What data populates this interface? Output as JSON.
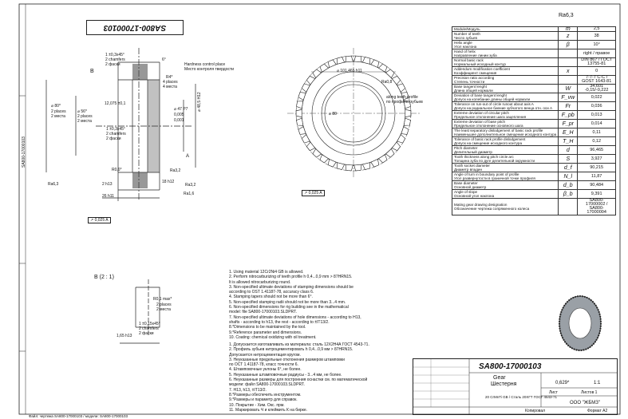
{
  "stamp": "SA800-17000103",
  "side_label": "SA800-17000103",
  "roughness": "Ra6,3",
  "left_view": {
    "label_b": "B",
    "label_a": "A",
    "chamfer_top": "1 ±0,3x45°",
    "chamfer_top_en": "2 chamfers",
    "chamfer_top_ru": "2 фаски",
    "chamfer_bottom": "1 ±0,3x45°",
    "chamfer_bottom_en": "2 chamfers",
    "chamfer_bottom_ru": "2 фаски",
    "angle_6": "6°",
    "hardness_en": "Hardness control place",
    "hardness_ru": "Место контроля твердости",
    "r4": "R4*",
    "r4_en": "4 places",
    "r4_ru": "4 места",
    "dia80": "⌀ 80*",
    "dia80_en": "2 places",
    "dia80_ru": "2 места",
    "dia56": "⌀ 56*",
    "dia56_en": "2 places",
    "dia56_ru": "2 места",
    "dim12075": "12,075 ±0,1",
    "dim47": "⌀ 47 P7",
    "tol005": "0,005",
    "tol0001": "0,001",
    "dim485": "⌀ 48,5 H12",
    "r06": "R0,6*",
    "dim2": "2 h13",
    "dim18": "18 h12",
    "dim26": "26 h11",
    "ra32a": "Ra3,2",
    "ra32b": "Ra3,2",
    "ra16": "Ra1,6",
    "ra63_left": "Ra6,3",
    "runout": "0,025",
    "runout_ref": "A"
  },
  "gear_view": {
    "outer": "⌀ 101,465 h11",
    "inner": "⌀ 80",
    "teeth_en": "along teeth profile",
    "teeth_ru": "по профилю зубьев",
    "ra08": "Ra0,8",
    "runout": "0,025",
    "runout_ref": "A"
  },
  "detail_b": {
    "title": "B (2 : 1)",
    "r": "R0,1 max*",
    "r_en": "2 places",
    "r_ru": "2 места",
    "chamfer": "1 ±0,15x45°",
    "chamfer_en": "2 chamfers",
    "chamfer_ru": "2 фаски",
    "dim": "1,65 h13"
  },
  "spec_table": [
    {
      "en": "Module/Модуль",
      "ru": "",
      "sym": "m",
      "val": "2,5"
    },
    {
      "en": "Number of teeth",
      "ru": "Число зубьев",
      "sym": "z",
      "val": "38"
    },
    {
      "en": "Helix angle",
      "ru": "Угол наклона",
      "sym": "β",
      "val": "10°"
    },
    {
      "en": "Hand of helix",
      "ru": "Направление линии зуба",
      "sym": "",
      "val": "right / правое"
    },
    {
      "en": "Normal basic rack",
      "ru": "Нормальный исходный контур",
      "sym": "",
      "val": "DIN 867 / ГОСТ 13755-81"
    },
    {
      "en": "Addendum modification coefficient",
      "ru": "Коэффициент смещения",
      "sym": "x",
      "val": "0"
    },
    {
      "en": "Precision ratio according",
      "ru": "Степень точности",
      "sym": "",
      "val": "7-7-7 C-C / GOST 1643-81"
    },
    {
      "en": "Base tangent lenght",
      "ru": "Длина общей нормали",
      "sym": "W",
      "val": "34,601 -0,15/-0,222"
    },
    {
      "en": "Deviation of base tangent lenght",
      "ru": "Допуск на колебание длины общей нормали",
      "sym": "F_vw",
      "val": "0,022"
    },
    {
      "en": "Tolerance on run-out of circle runout about axis A",
      "ru": "Допуск на радиальное биение зубчатого венца отн. оси А",
      "sym": "Fr",
      "val": "0,036"
    },
    {
      "en": "Extreme deviation of circular pitch",
      "ru": "Предельное отклонение шага зацепления",
      "sym": "F_pb",
      "val": "0,013"
    },
    {
      "en": "Extreme deviation of base pitch",
      "ru": "Предельное отклонение основного шага",
      "sym": "F_pr",
      "val": "0,014"
    },
    {
      "en": "The least separatory dislodgement of basic rack profile",
      "ru": "Наименьшее дополнительное смещение исходного контура",
      "sym": "E_H",
      "val": "0,11"
    },
    {
      "en": "Tolerance of basic rack profile dislodgement",
      "ru": "Допуск на смещение исходного контура",
      "sym": "T_H",
      "val": "0,12"
    },
    {
      "en": "Pitch diameter",
      "ru": "Делительный диаметр",
      "sym": "d",
      "val": "96,465"
    },
    {
      "en": "Tooth thickness along pitch circle arc",
      "ru": "Толщина зуба по дуге делительной окружности",
      "sym": "S",
      "val": "3,927"
    },
    {
      "en": "Tooth socket diameter",
      "ru": "Диаметр впадин",
      "sym": "d_f",
      "val": "90,215"
    },
    {
      "en": "Angle of turn in boundary point of profile",
      "ru": "Угол развернутости в граничной точке профиля",
      "sym": "N_l",
      "val": "11,87"
    },
    {
      "en": "Base diameter",
      "ru": "Основной диаметр",
      "sym": "d_b",
      "val": "90,484"
    },
    {
      "en": "Angle of slope",
      "ru": "Основной угол наклона",
      "sym": "β_b",
      "val": "9,391"
    },
    {
      "en": "Mating gear drawing designation",
      "ru": "Обозначение чертежа сопряженного колеса",
      "sym": "",
      "val": "SA800-17000002 / SA800-17000004"
    }
  ],
  "notes_en": [
    "1. Using material 12Cr2Ni4 GB is allowed.",
    "2. Perform nitrocarburizing of teeth profile h 0,4...0,9 mm > 87HRN15.",
    "It is allowed nitrocarburizing round.",
    "3. Non-specified ultimate deviations of stamping dimensions should be",
    "according to OST 1.41187-78, accuracy class 6.",
    "4. Stamping tapers should not be more than 6°.",
    "5. Non-specified stamping radii should not be more than 3...4 mm.",
    "6. Non-specified dimensions for rig building see in the mathematical",
    "model: file SA800-17000103.SLDPRT.",
    "7. Non-specified ultimate deviations of hole dimensions - according to H13,",
    "shafts - according to h13, the rest - according to ±IT13/2.",
    "8.*Dimensions to be maintained by the tool.",
    "9.*Reference parameter and dimensions.",
    "10. Coating: chemical oxidizing with oil treatment."
  ],
  "notes_ru": [
    "1. Допускается изготавливать из материала: сталь 12Х2Н4А ГОСТ 4543-71.",
    "2. Профиль зубьев нитроцементировать h 0,4...0,9 мм > 87HRN15.",
    "Допускается нитроцементация кругом.",
    "3. Неуказанные предельные отклонения размеров штамповки",
    "по ОСТ 1.41187-78, класс точности 6.",
    "4. Штамповочные уклоны 6°, не более.",
    "5. Неуказанные штамповочные радиусы - 3...4 мм, не более.",
    "6. Неуказанные размеры для построения оснастки см. по математической",
    "модели: файл SA800-17000103.SLDPRT.",
    "7. H13, h13, ±IT13/2.",
    "8.*Размеры обеспечить инструментом.",
    "9.*Размеры и параметр для справок.",
    "10. Покрытие - Хим. Окс. прм.",
    "11. Маркировать Ч и клеймить К на бирке."
  ],
  "title_block": {
    "number": "SA800-17000103",
    "name_en": "Gear",
    "name_ru": "Шестерня",
    "material": "20 CrMnTi GB / Сталь 20ХГТ ГОСТ 4543-71",
    "mass": "0,629*",
    "scale": "1:1",
    "sheet": "Лист",
    "sheets": "Листов 1",
    "company": "ООО \"ЖБМЗ\"",
    "copied": "Копировал",
    "format": "Формат A2"
  },
  "footer": "Файл: чертежа SA800-17000103 / модели: SA800-17000103"
}
